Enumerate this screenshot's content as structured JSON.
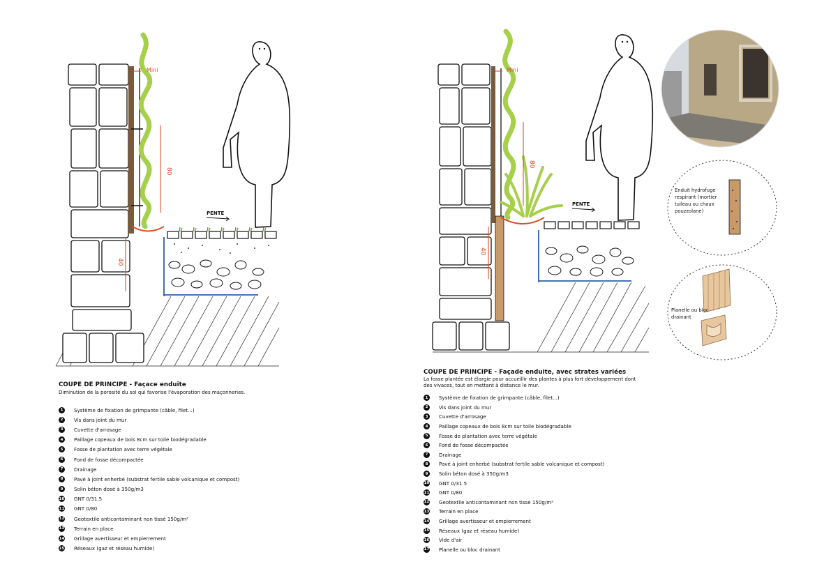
{
  "colors": {
    "plant": "#a6cf4a",
    "dimension": "#d9502a",
    "geotextile": "#2d5fa8",
    "wood": "#c89a6a",
    "ink": "#111111"
  },
  "left_panel": {
    "title": "COUPE DE PRINCIPE - Façace enduite",
    "subtitle": "Diminution de la porosité du sol qui favorise l'évaporation des maçonneries.",
    "dim_top": "Mini",
    "dim_plant": "80",
    "dim_pit": "40",
    "slope": "PENTE",
    "legend": [
      {
        "n": "1",
        "text": "Système de fixation de grimpante (câble, filet...)"
      },
      {
        "n": "2",
        "text": "Vis dans joint du mur"
      },
      {
        "n": "3",
        "text": "Cuvette d'arrosage"
      },
      {
        "n": "4",
        "text": "Paillage copeaux de bois 8cm sur toile biodégradable"
      },
      {
        "n": "5",
        "text": "Fosse de plantation avec terre végétale"
      },
      {
        "n": "6",
        "text": "Fond de fosse décompactée"
      },
      {
        "n": "7",
        "text": "Drainage"
      },
      {
        "n": "8",
        "text": "Pavé à joint enherbé (substrat fertile sable volcanique et compost)"
      },
      {
        "n": "9",
        "text": "Solin béton dosé à 350g/m3"
      },
      {
        "n": "10",
        "text": "GNT 0/31.5"
      },
      {
        "n": "11",
        "text": "GNT 0/80"
      },
      {
        "n": "12",
        "text": "Geotextile anticontaminant non tissé 150g/m²"
      },
      {
        "n": "13",
        "text": "Terrain en place"
      },
      {
        "n": "14",
        "text": "Grillage avertisseur et empierrement"
      },
      {
        "n": "15",
        "text": "Réseaux (gaz et réseau humide)"
      }
    ]
  },
  "right_panel": {
    "title": "COUPE DE PRINCIPE - Façade enduite, avec strates variées",
    "subtitle_1": "La fosse plantée est élargie pour accueillir des plantes à plus fort développement dont",
    "subtitle_2": "des vivaces, tout en mettant à distance le mur.",
    "dim_top": "Mini",
    "dim_plant": "80",
    "dim_pit": "40",
    "slope": "PENTE",
    "legend": [
      {
        "n": "1",
        "text": "Système de fixation de grimpante (câble, filet...)"
      },
      {
        "n": "2",
        "text": "Vis dans joint du mur"
      },
      {
        "n": "3",
        "text": "Cuvette d'arrosage"
      },
      {
        "n": "4",
        "text": "Paillage copeaux de bois 8cm sur toile biodégradable"
      },
      {
        "n": "5",
        "text": "Fosse de plantation avec terre végétale"
      },
      {
        "n": "6",
        "text": "Fond de fosse décompactée"
      },
      {
        "n": "7",
        "text": "Drainage"
      },
      {
        "n": "8",
        "text": "Pavé à joint enherbé (substrat fertile sable volcanique et compost)"
      },
      {
        "n": "9",
        "text": "Solin béton dosé à 350g/m3"
      },
      {
        "n": "10",
        "text": "GNT 0/31.5"
      },
      {
        "n": "11",
        "text": "GNT 0/80"
      },
      {
        "n": "12",
        "text": "Geotextile anticontaminant non tissé 150g/m²"
      },
      {
        "n": "13",
        "text": "Terrain en place"
      },
      {
        "n": "14",
        "text": "Grillage avertisseur et empierrement"
      },
      {
        "n": "15",
        "text": "Réseaux (gaz et réseau humide)"
      },
      {
        "n": "16",
        "text": "Vide d'air"
      },
      {
        "n": "17",
        "text": "Planelle ou bloc drainant"
      }
    ]
  },
  "insets": {
    "enduit_1": "Enduit hydrofuge",
    "enduit_2": "respirant (mortier",
    "enduit_3": "tuileau ou chaux",
    "enduit_4": "pouzzolane)",
    "planelle_1": "Planelle ou bloc",
    "planelle_2": "drainant"
  }
}
